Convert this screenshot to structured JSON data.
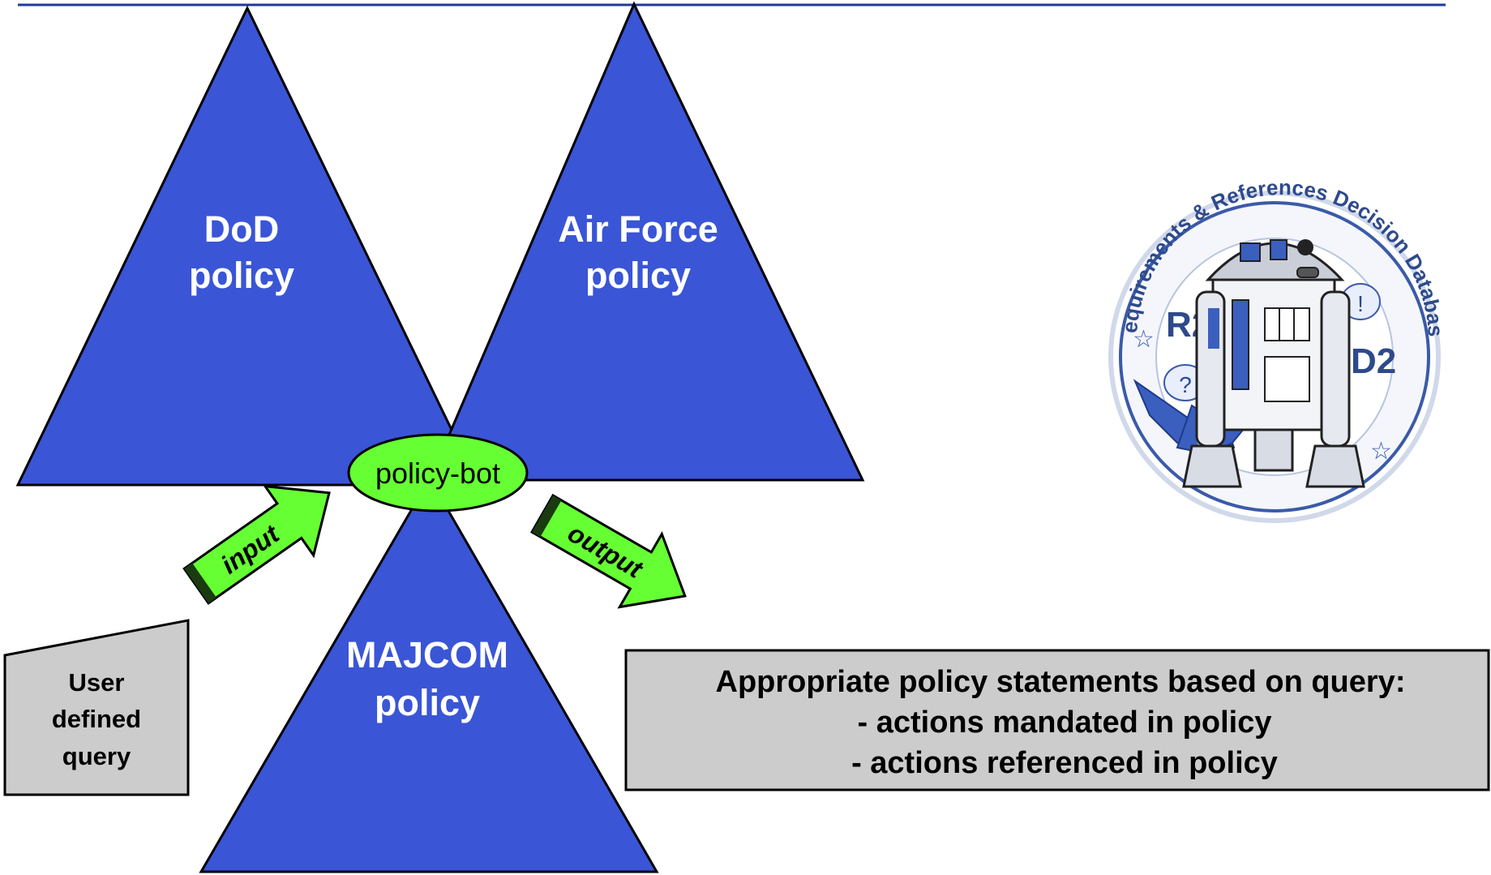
{
  "colors": {
    "triangle_fill": "#3a55d6",
    "arrow_fill": "#66ff33",
    "bubble_fill": "#66ff33",
    "box_fill": "#cccccc",
    "header_rule": "#1f3a9a",
    "seal_ring": "#3b5aa8"
  },
  "triangles": {
    "dod": {
      "line1": "DoD",
      "line2": "policy"
    },
    "air_force": {
      "line1": "Air Force",
      "line2": "policy"
    },
    "majcom": {
      "line1": "MAJCOM",
      "line2": "policy"
    }
  },
  "hub": {
    "label": "policy-bot"
  },
  "arrows": {
    "input": {
      "label": "input"
    },
    "output": {
      "label": "output"
    }
  },
  "query_box": {
    "lines": [
      "User",
      "defined",
      "query"
    ]
  },
  "result_box": {
    "lines": [
      "Appropriate policy statements based on query:",
      "- actions mandated in policy",
      "- actions referenced in policy"
    ]
  },
  "seal": {
    "ring_text": "Requirements & References Decision Database",
    "left_mark": "R2",
    "right_mark": "D2",
    "bubble_question": "?",
    "bubble_exclaim": "!",
    "icon": "r2d2-robot-icon"
  }
}
